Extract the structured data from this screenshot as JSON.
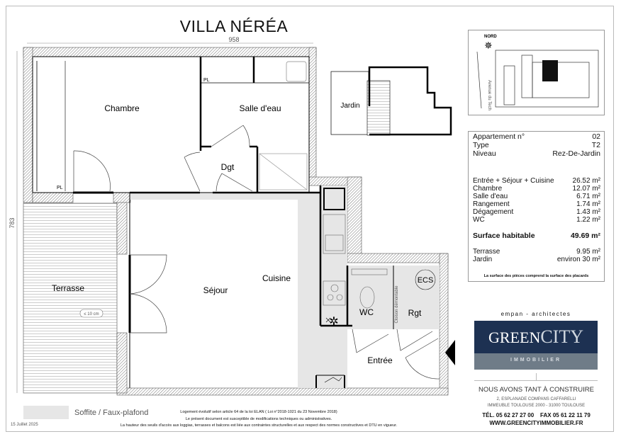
{
  "title": "VILLA NÉRÉA",
  "dimensions": {
    "width": "958",
    "height": "783"
  },
  "rooms": {
    "chambre": "Chambre",
    "salle_eau": "Salle d'eau",
    "dgt": "Dgt",
    "pl1": "PL",
    "pl2": "PL",
    "sejour": "Séjour",
    "cuisine": "Cuisine",
    "terrasse": "Terrasse",
    "terrasse_note": "≤ 10 cm",
    "wc": "WC",
    "rgt": "Rgt",
    "ecs": "ECS",
    "cloison": "Cloison démontable",
    "entree": "Entrée",
    "jardin": "Jardin"
  },
  "map": {
    "north": "NORD",
    "street": "Avenue du Tech"
  },
  "info": {
    "header": [
      {
        "label": "Appartement n°",
        "value": "02"
      },
      {
        "label": "Type",
        "value": "T2"
      },
      {
        "label": "Niveau",
        "value": "Rez-De-Jardin"
      }
    ],
    "surfaces": [
      {
        "label": "Entrée + Séjour + Cuisine",
        "value": "26.52 m²"
      },
      {
        "label": "Chambre",
        "value": "12.07 m²"
      },
      {
        "label": "Salle d'eau",
        "value": "6.71 m²"
      },
      {
        "label": "Rangement",
        "value": "1.74 m²"
      },
      {
        "label": "Dégagement",
        "value": "1.43 m²"
      },
      {
        "label": "WC",
        "value": "1.22 m²"
      }
    ],
    "total": {
      "label": "Surface habitable",
      "value": "49.69 m²"
    },
    "exterior": [
      {
        "label": "Terrasse",
        "value": "9.95 m²"
      },
      {
        "label": "Jardin",
        "value": "environ 30 m²"
      }
    ],
    "note": "La surface des pièces comprend la surface des placards"
  },
  "brand": {
    "architect": "empan - architectes",
    "logo_green": "GREEN",
    "logo_city": "CITY",
    "logo_sub": "IMMOBILIER",
    "slogan": "NOUS AVONS TANT À CONSTRUIRE",
    "address1": "2, ESPLANADE COMPANS CAFFARELLI",
    "address2": "IMMEUBLE TOULOUSE 2000 - 31000 TOULOUSE",
    "phone": "TÉL. 05 62 27 27 00    FAX 05 61 22 11 79",
    "website": "WWW.GREENCITYIMMOBILIER.FR",
    "colors": {
      "navy": "#1d3152",
      "slate": "#6f7c88"
    }
  },
  "legend": {
    "soffite": "Soffite / Faux-plafond"
  },
  "notes": [
    "Logement évolutif selon article 64 de la loi ELAN ( Loi n°2018-1021 du 23 Novembre 2018)",
    "Le présent document est susceptible de modifications techniques ou administratives.",
    "La hauteur des seuils d'accès aux loggias, terrasses et balcons est liée aux contraintes structurelles et aux respect des normes constructives et DTU en vigueur."
  ],
  "date": "15 Juillet 2025"
}
